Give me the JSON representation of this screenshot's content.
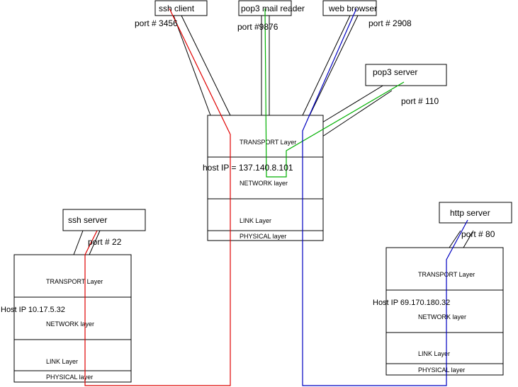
{
  "apps": {
    "ssh_client": "ssh client",
    "pop3_reader": "pop3 mail reader",
    "web_browser": "web browser",
    "pop3_server": "pop3 server",
    "ssh_server": "ssh server",
    "http_server": "http server"
  },
  "ports": {
    "ssh_client": "port # 3456",
    "pop3_reader": "port #9876",
    "web_browser": "port # 2908",
    "pop3_server": "port # 110",
    "ssh_server": "port # 22",
    "http_server": "port # 80"
  },
  "layers": {
    "transport": "TRANSPORT Layer",
    "network": "NETWORK layer",
    "link": "LINK Layer",
    "physical": "PHYSICAL layer"
  },
  "hosts": {
    "center": "host IP = 137.140.8.101",
    "left": "Host IP  10.17.5.32",
    "right": "Host IP  69.170.180.32"
  },
  "colors": {
    "ssh_path": "#e00000",
    "pop3_path": "#00b000",
    "http_path": "#0000c0"
  }
}
